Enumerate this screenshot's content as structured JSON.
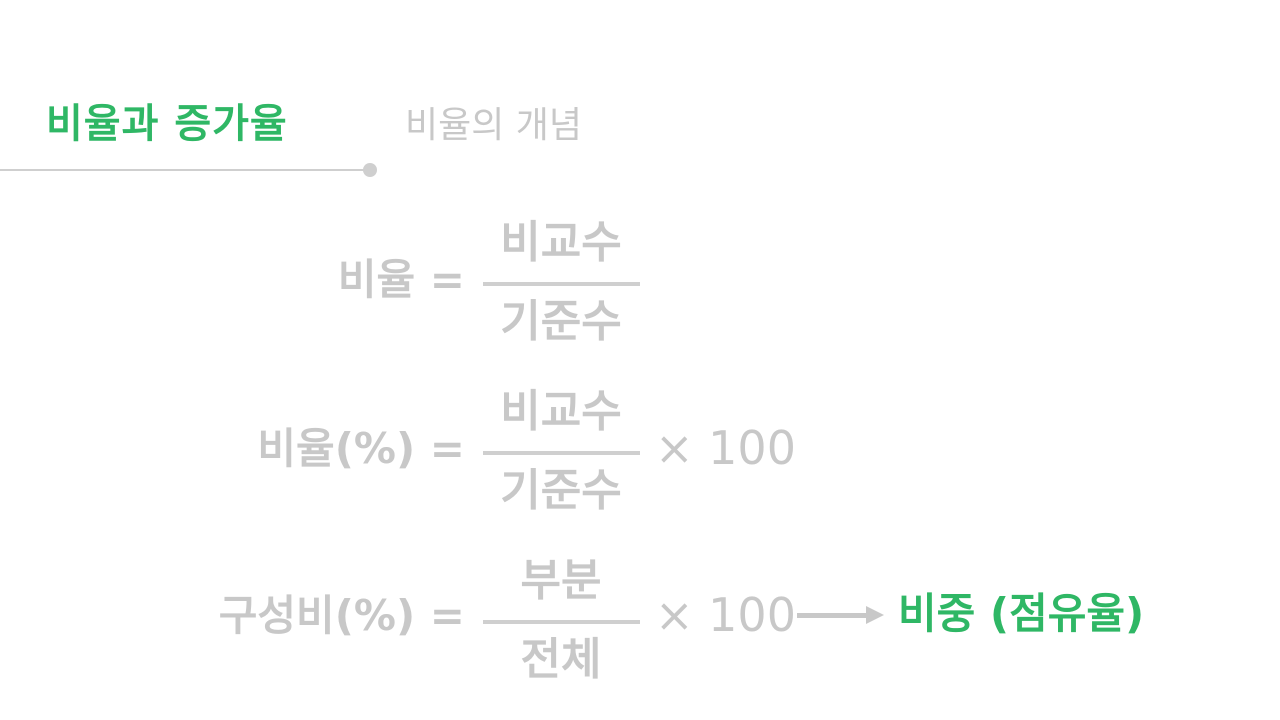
{
  "header": {
    "title": "비율과 증가율",
    "subtitle": "비율의 개념"
  },
  "formula1": {
    "lhs": "비율 =",
    "numerator": "비교수",
    "denominator": "기준수"
  },
  "formula2": {
    "lhs": "비율(%) =",
    "numerator": "비교수",
    "denominator": "기준수",
    "multiplier": "× 100"
  },
  "formula3": {
    "lhs": "구성비(%) =",
    "numerator": "부분",
    "denominator": "전체",
    "multiplier": "× 100",
    "result_main": "비중",
    "result_paren": "(점유율)"
  },
  "colors": {
    "accent": "#2fb765",
    "muted": "#c8c8c8"
  }
}
